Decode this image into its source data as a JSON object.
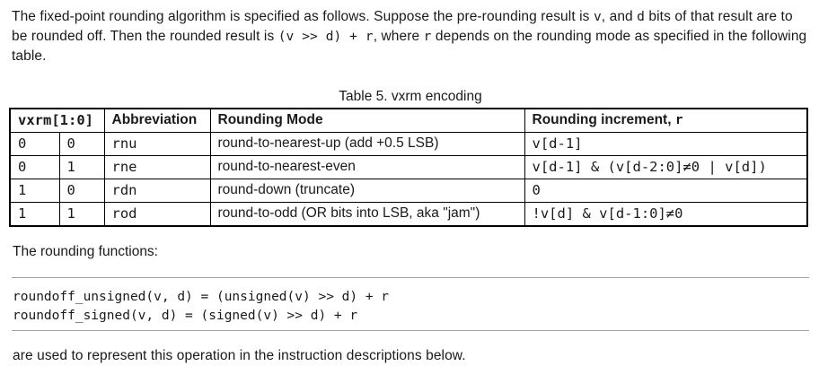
{
  "intro": {
    "segments": [
      {
        "t": "text",
        "v": "The fixed-point rounding algorithm is specified as follows. Suppose the pre-rounding result is "
      },
      {
        "t": "code",
        "v": "v"
      },
      {
        "t": "text",
        "v": ", and "
      },
      {
        "t": "code",
        "v": "d"
      },
      {
        "t": "text",
        "v": " bits of that result are to be rounded off. Then the rounded result is "
      },
      {
        "t": "code",
        "v": "(v >> d) + r"
      },
      {
        "t": "text",
        "v": ", where "
      },
      {
        "t": "code",
        "v": "r"
      },
      {
        "t": "text",
        "v": " depends on the rounding mode as specified in the following table."
      }
    ]
  },
  "table": {
    "caption": "Table 5. vxrm encoding",
    "headers": {
      "vxrm": "vxrm[1:0]",
      "abbreviation": "Abbreviation",
      "rounding_mode": "Rounding Mode",
      "rounding_increment_prefix": "Rounding increment, ",
      "rounding_increment_code": "r"
    },
    "rows": [
      {
        "bit1": "0",
        "bit0": "0",
        "abbr": "rnu",
        "mode": "round-to-nearest-up (add +0.5 LSB)",
        "increment": "v[d-1]"
      },
      {
        "bit1": "0",
        "bit0": "1",
        "abbr": "rne",
        "mode": "round-to-nearest-even",
        "increment": "v[d-1] & (v[d-2:0]≠0 | v[d])"
      },
      {
        "bit1": "1",
        "bit0": "0",
        "abbr": "rdn",
        "mode": "round-down (truncate)",
        "increment": "0"
      },
      {
        "bit1": "1",
        "bit0": "1",
        "abbr": "rod",
        "mode": "round-to-odd (OR bits into LSB, aka \"jam\")",
        "increment": "!v[d] & v[d-1:0]≠0"
      }
    ]
  },
  "rounding_functions": {
    "label": "The rounding functions:",
    "code": "roundoff_unsigned(v, d) = (unsigned(v) >> d) + r\nroundoff_signed(v, d) = (signed(v) >> d) + r"
  },
  "outro": "are used to represent this operation in the instruction descriptions below.",
  "colors": {
    "text": "#1a1a1e",
    "table_border": "#000000",
    "listing_rule": "#a3a3a3",
    "background": "#ffffff"
  }
}
